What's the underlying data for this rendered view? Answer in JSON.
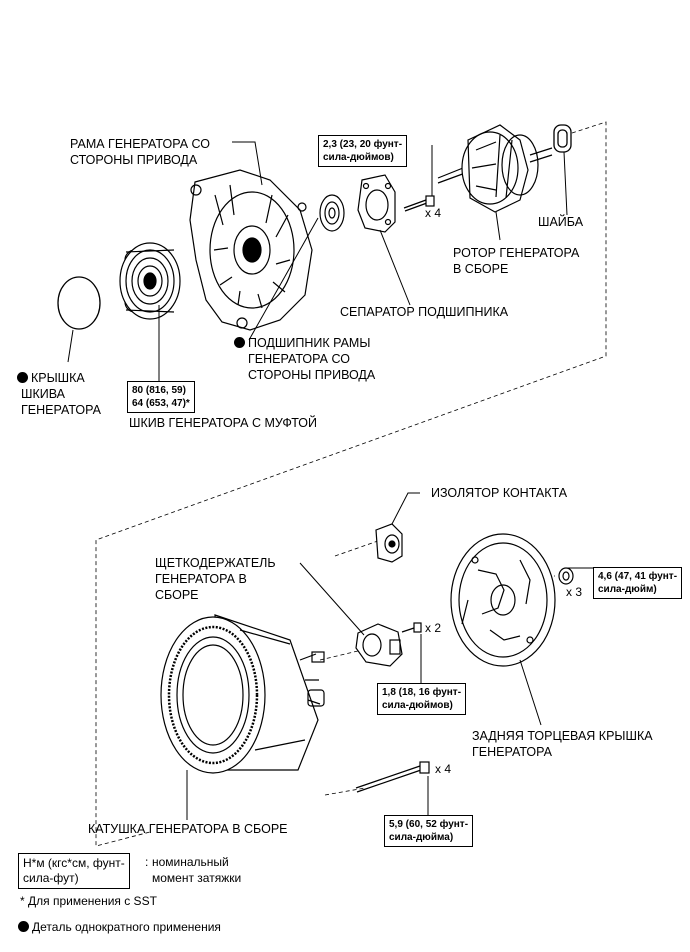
{
  "labels": {
    "drive_end_frame": [
      "РАМА ГЕНЕРАТОРА СО",
      "СТОРОНЫ ПРИВОДА"
    ],
    "rotor": [
      "РОТОР ГЕНЕРАТОРА",
      "В СБОРЕ"
    ],
    "washer": "ШАЙБА",
    "bearing_retainer": "СЕПАРАТОР ПОДШИПНИКА",
    "drive_end_bearing": [
      "ПОДШИПНИК РАМЫ",
      "ГЕНЕРАТОРА СО",
      "СТОРОНЫ ПРИВОДА"
    ],
    "pulley_cap": [
      "КРЫШКА",
      "ШКИВА",
      "ГЕНЕРАТОРА"
    ],
    "clutch_pulley": "ШКИВ ГЕНЕРАТОРА С МУФТОЙ",
    "terminal_insulator": "ИЗОЛЯТОР КОНТАКТА",
    "brush_holder": [
      "ЩЕТКОДЕРЖАТЕЛЬ",
      "ГЕНЕРАТОРА В",
      "СБОРЕ"
    ],
    "rear_end_cover": [
      "ЗАДНЯЯ ТОРЦЕВАЯ КРЫШКА",
      "ГЕНЕРАТОРА"
    ],
    "coil": "КАТУШКА ГЕНЕРАТОРА В СБОРЕ"
  },
  "torques": {
    "retainer_screw": [
      "2,3 (23, 20 фунт-",
      "сила-дюймов)"
    ],
    "pulley": [
      "80 (816, 59)",
      "64 (653, 47)*"
    ],
    "rear_nut": [
      "4,6 (47, 41 фунт-",
      "сила-дюйм)"
    ],
    "brush_screw": [
      "1,8 (18, 16 фунт-",
      "сила-дюймов)"
    ],
    "through_bolt": [
      "5,9 (60, 52 фунт-",
      "сила-дюйма)"
    ]
  },
  "counts": {
    "retainer_screw": "x 4",
    "rear_nut": "x 3",
    "brush_screw": "x 2",
    "through_bolt": "x 4"
  },
  "legend": {
    "unit_box": [
      "Н*м (кгс*см, фунт-",
      "сила-фут)"
    ],
    "unit_desc": [
      "номинальный",
      "момент затяжки"
    ],
    "unit_colon": ":",
    "sst_note": "* Для применения с SST",
    "single_use": "Деталь однократного применения"
  }
}
